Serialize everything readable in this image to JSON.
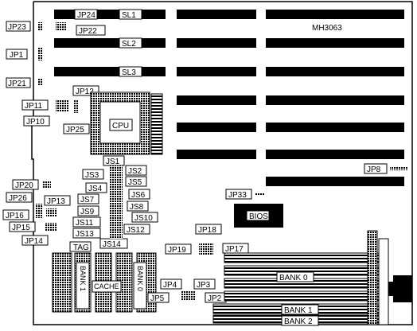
{
  "board": {
    "model": "MH3063"
  },
  "slots": {
    "sl1": "SL1",
    "sl2": "SL2",
    "sl3": "SL3"
  },
  "cpu": "CPU",
  "bios": "BIOS",
  "cache": "CACHE",
  "tag": "TAG",
  "banks": {
    "bank0_left": "BANK 0",
    "bank1_left": "BANK 1",
    "bank0_right": "BANK 0",
    "bank1_right": "BANK 1",
    "bank2_right": "BANK 2"
  },
  "jumpers": {
    "jp1": "JP1",
    "jp2": "JP2",
    "jp3": "JP3",
    "jp4": "JP4",
    "jp5": "JP5",
    "jp8": "JP8",
    "jp10": "JP10",
    "jp11": "JP11",
    "jp12": "JP12",
    "jp13": "JP13",
    "jp14": "JP14",
    "jp15": "JP15",
    "jp16": "JP16",
    "jp17": "JP17",
    "jp18": "JP18",
    "jp19": "JP19",
    "jp20": "JP20",
    "jp21": "JP21",
    "jp22": "JP22",
    "jp23": "JP23",
    "jp24": "JP24",
    "jp25": "JP25",
    "jp26": "JP26",
    "jp33": "JP33",
    "js1": "JS1",
    "js2": "JS2",
    "js3": "JS3",
    "js4": "JS4",
    "js5": "JS5",
    "js6": "JS6",
    "js7": "JS7",
    "js8": "JS8",
    "js9": "JS9",
    "js10": "JS10",
    "js11": "JS11",
    "js12": "JS12",
    "js13": "JS13",
    "js14": "JS14"
  }
}
